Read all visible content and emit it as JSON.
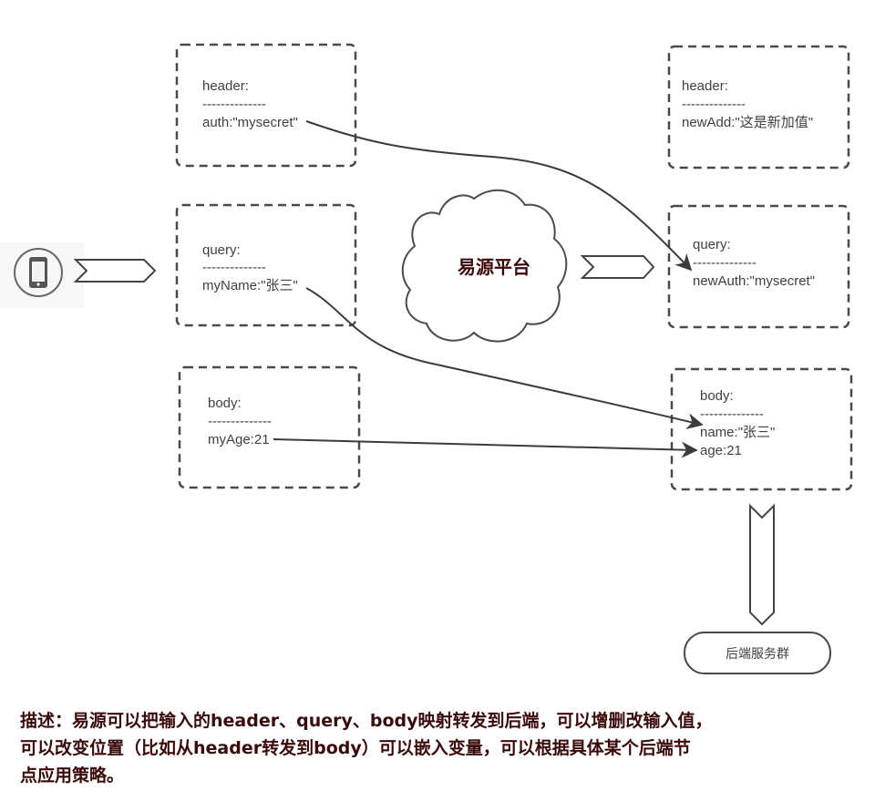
{
  "colors": {
    "stroke": "#4a4a4a",
    "text": "#404040",
    "title_text": "#3a0a0a",
    "background": "#ffffff"
  },
  "client": {
    "icon": "mobile-phone-icon"
  },
  "platform": {
    "label": "易源平台"
  },
  "source_boxes": {
    "header": {
      "title": "header:",
      "divider": "--------------",
      "fields": [
        "auth:\"mysecret\""
      ]
    },
    "query": {
      "title": "query:",
      "divider": "--------------",
      "fields": [
        "myName:\"张三\""
      ]
    },
    "body": {
      "title": "body:",
      "divider": "--------------",
      "fields": [
        "myAge:21"
      ]
    }
  },
  "target_boxes": {
    "header": {
      "title": "header:",
      "divider": "--------------",
      "fields": [
        "newAdd:\"这是新加值\""
      ]
    },
    "query": {
      "title": "query:",
      "divider": "--------------",
      "fields": [
        "newAuth:\"mysecret\""
      ]
    },
    "body": {
      "title": "body:",
      "divider": "--------------",
      "fields": [
        "name:\"张三\"",
        "age:21"
      ]
    }
  },
  "mappings": [
    {
      "from": "header.auth",
      "to": "query.newAuth"
    },
    {
      "from": "query.myName",
      "to": "body.name"
    },
    {
      "from": "body.myAge",
      "to": "body.age"
    }
  ],
  "backend": {
    "label": "后端服务群"
  },
  "description": {
    "lines": [
      "描述：易源可以把输入的header、query、body映射转发到后端，可以增删改输入值，",
      "可以改变位置（比如从header转发到body）可以嵌入变量，可以根据具体某个后端节",
      "点应用策略。"
    ]
  }
}
